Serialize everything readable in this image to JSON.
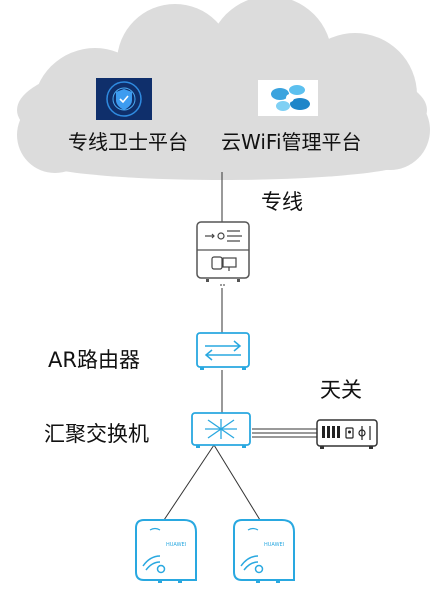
{
  "cloud": {
    "left_label": "专线卫士平台",
    "right_label": "云WiFi管理平台"
  },
  "links": {
    "leased_line": "专线"
  },
  "devices": {
    "router": "AR路由器",
    "aggregation_switch": "汇聚交换机",
    "gateway": "天关",
    "ap_brand": "HUAWEI"
  },
  "colors": {
    "cloud_fill": "#dcdcdc",
    "device_blue": "#29a8e0",
    "device_gray": "#555555",
    "line": "#333333",
    "guard_logo_bg": "#0f2f6b",
    "wifi_logo_blue": "#3aa3de"
  },
  "icons": [
    "shield-icon",
    "wifi-cloud-logo",
    "firewall-icon",
    "router-icon",
    "switch-icon",
    "gateway-icon",
    "access-point-icon"
  ]
}
